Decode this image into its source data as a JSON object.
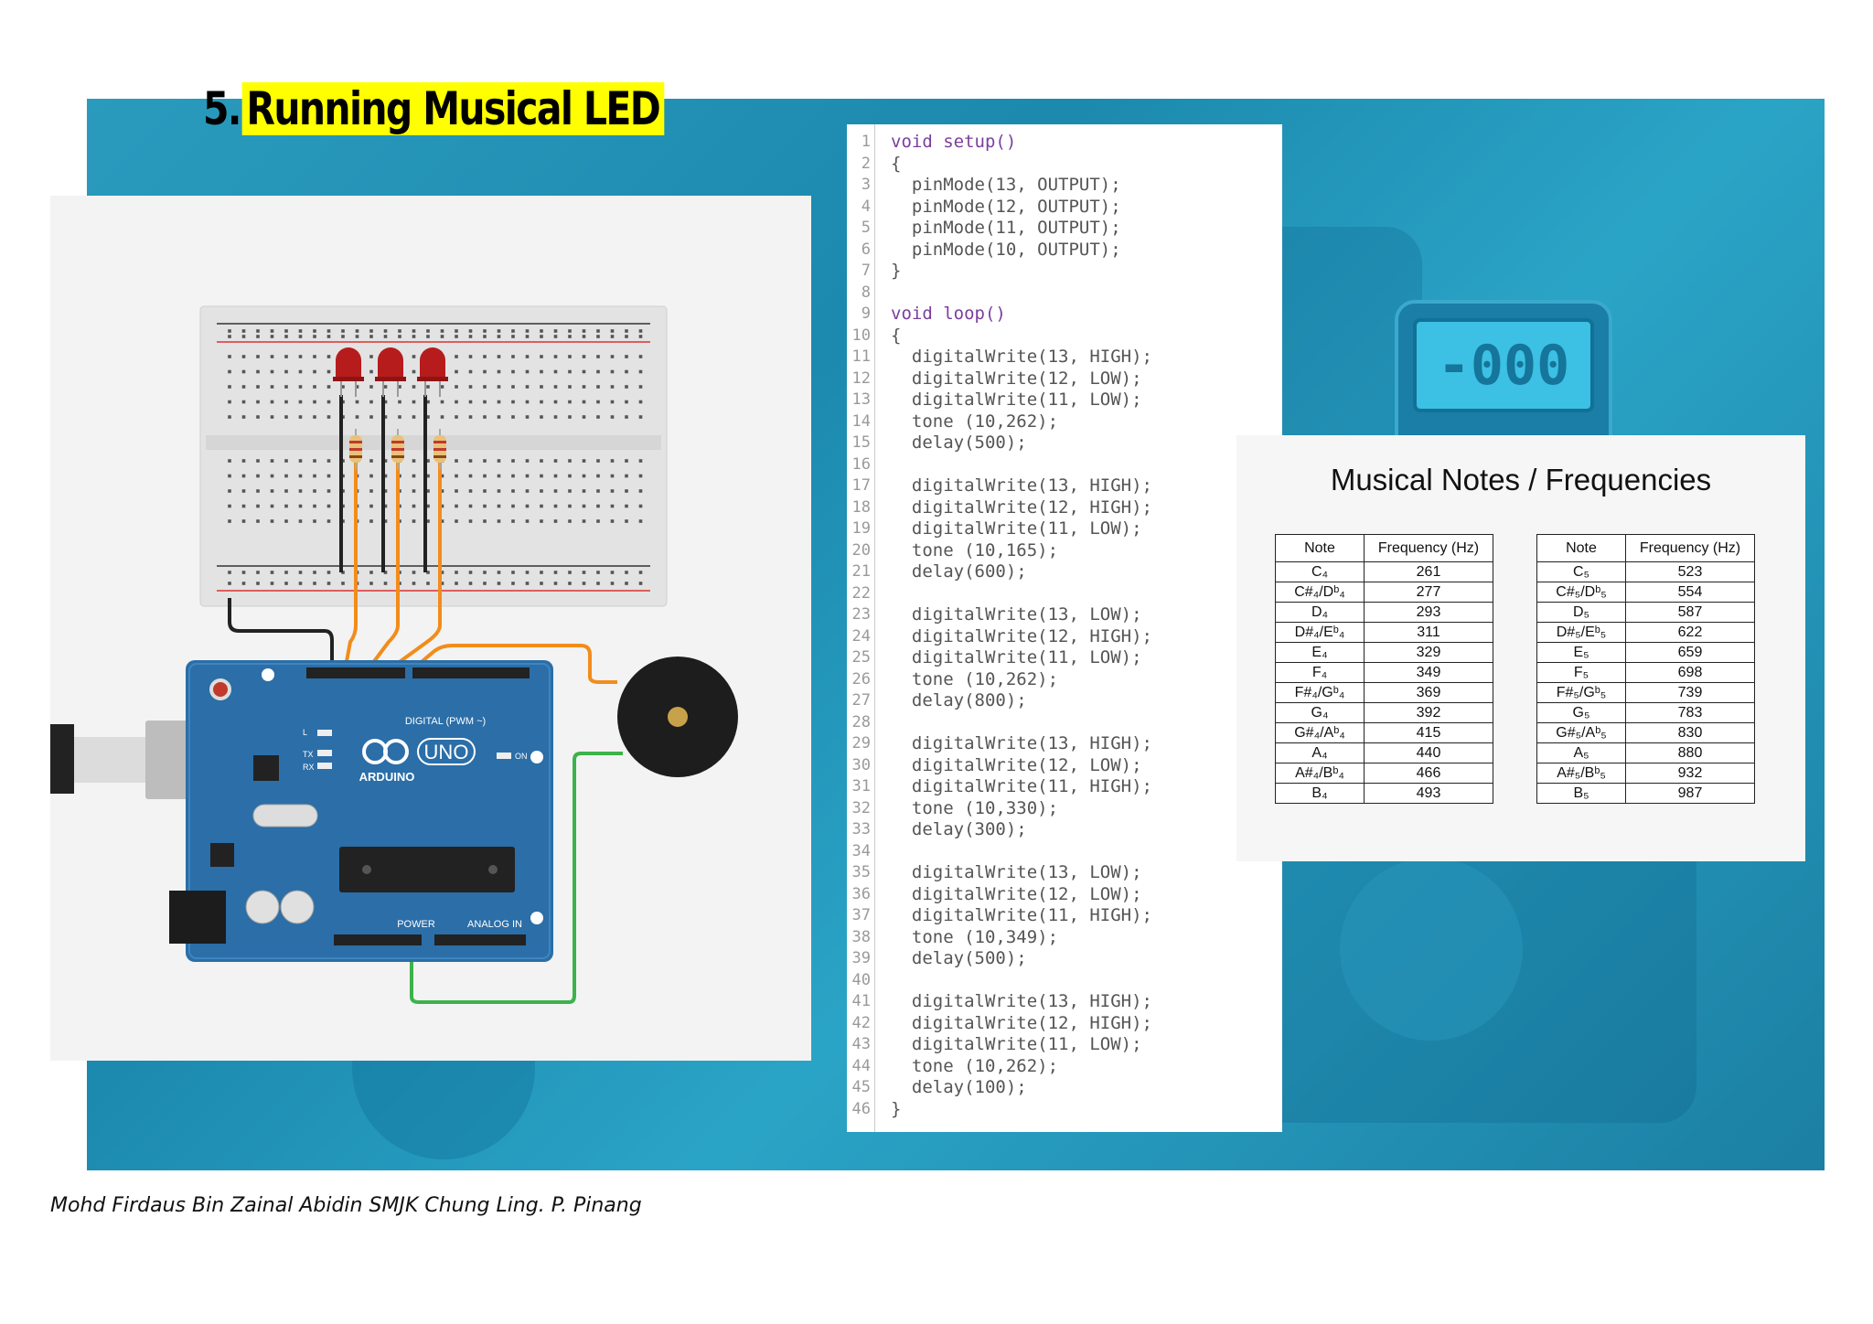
{
  "title": {
    "number": "5.",
    "text": "Running Musical LED"
  },
  "footer": "Mohd Firdaus Bin Zainal Abidin SMJK Chung Ling. P. Pinang",
  "background": {
    "display_readout": "-000"
  },
  "circuit": {
    "board_brand": "ARDUINO",
    "board_model": "UNO",
    "digital_label": "DIGITAL (PWM ~)",
    "power_label": "POWER",
    "analog_label": "ANALOG IN",
    "tx_label": "TX",
    "rx_label": "RX",
    "on_label": "ON",
    "l_label": "L"
  },
  "code": {
    "lines": [
      {
        "n": "1",
        "t": "void setup()",
        "kw": true
      },
      {
        "n": "2",
        "t": "{"
      },
      {
        "n": "3",
        "t": "  pinMode(13, OUTPUT);"
      },
      {
        "n": "4",
        "t": "  pinMode(12, OUTPUT);"
      },
      {
        "n": "5",
        "t": "  pinMode(11, OUTPUT);"
      },
      {
        "n": "6",
        "t": "  pinMode(10, OUTPUT);"
      },
      {
        "n": "7",
        "t": "}"
      },
      {
        "n": "8",
        "t": ""
      },
      {
        "n": "9",
        "t": "void loop()",
        "kw": true
      },
      {
        "n": "10",
        "t": "{"
      },
      {
        "n": "11",
        "t": "  digitalWrite(13, HIGH);"
      },
      {
        "n": "12",
        "t": "  digitalWrite(12, LOW);"
      },
      {
        "n": "13",
        "t": "  digitalWrite(11, LOW);"
      },
      {
        "n": "14",
        "t": "  tone (10,262);"
      },
      {
        "n": "15",
        "t": "  delay(500);"
      },
      {
        "n": "16",
        "t": ""
      },
      {
        "n": "17",
        "t": "  digitalWrite(13, HIGH);"
      },
      {
        "n": "18",
        "t": "  digitalWrite(12, HIGH);"
      },
      {
        "n": "19",
        "t": "  digitalWrite(11, LOW);"
      },
      {
        "n": "20",
        "t": "  tone (10,165);"
      },
      {
        "n": "21",
        "t": "  delay(600);"
      },
      {
        "n": "22",
        "t": ""
      },
      {
        "n": "23",
        "t": "  digitalWrite(13, LOW);"
      },
      {
        "n": "24",
        "t": "  digitalWrite(12, HIGH);"
      },
      {
        "n": "25",
        "t": "  digitalWrite(11, LOW);"
      },
      {
        "n": "26",
        "t": "  tone (10,262);"
      },
      {
        "n": "27",
        "t": "  delay(800);"
      },
      {
        "n": "28",
        "t": ""
      },
      {
        "n": "29",
        "t": "  digitalWrite(13, HIGH);"
      },
      {
        "n": "30",
        "t": "  digitalWrite(12, LOW);"
      },
      {
        "n": "31",
        "t": "  digitalWrite(11, HIGH);"
      },
      {
        "n": "32",
        "t": "  tone (10,330);"
      },
      {
        "n": "33",
        "t": "  delay(300);"
      },
      {
        "n": "34",
        "t": ""
      },
      {
        "n": "35",
        "t": "  digitalWrite(13, LOW);"
      },
      {
        "n": "36",
        "t": "  digitalWrite(12, LOW);"
      },
      {
        "n": "37",
        "t": "  digitalWrite(11, HIGH);"
      },
      {
        "n": "38",
        "t": "  tone (10,349);"
      },
      {
        "n": "39",
        "t": "  delay(500);"
      },
      {
        "n": "40",
        "t": ""
      },
      {
        "n": "41",
        "t": "  digitalWrite(13, HIGH);"
      },
      {
        "n": "42",
        "t": "  digitalWrite(12, HIGH);"
      },
      {
        "n": "43",
        "t": "  digitalWrite(11, LOW);"
      },
      {
        "n": "44",
        "t": "  tone (10,262);"
      },
      {
        "n": "45",
        "t": "  delay(100);"
      },
      {
        "n": "46",
        "t": "}"
      }
    ]
  },
  "notes": {
    "title": "Musical Notes / Frequencies",
    "header_note": "Note",
    "header_freq": "Frequency (Hz)",
    "octave4": [
      {
        "note": "C₄",
        "freq": "261"
      },
      {
        "note": "C#₄/Dᵇ₄",
        "freq": "277"
      },
      {
        "note": "D₄",
        "freq": "293"
      },
      {
        "note": "D#₄/Eᵇ₄",
        "freq": "311"
      },
      {
        "note": "E₄",
        "freq": "329"
      },
      {
        "note": "F₄",
        "freq": "349"
      },
      {
        "note": "F#₄/Gᵇ₄",
        "freq": "369"
      },
      {
        "note": "G₄",
        "freq": "392"
      },
      {
        "note": "G#₄/Aᵇ₄",
        "freq": "415"
      },
      {
        "note": "A₄",
        "freq": "440"
      },
      {
        "note": "A#₄/Bᵇ₄",
        "freq": "466"
      },
      {
        "note": "B₄",
        "freq": "493"
      }
    ],
    "octave5": [
      {
        "note": "C₅",
        "freq": "523"
      },
      {
        "note": "C#₅/Dᵇ₅",
        "freq": "554"
      },
      {
        "note": "D₅",
        "freq": "587"
      },
      {
        "note": "D#₅/Eᵇ₅",
        "freq": "622"
      },
      {
        "note": "E₅",
        "freq": "659"
      },
      {
        "note": "F₅",
        "freq": "698"
      },
      {
        "note": "F#₅/Gᵇ₅",
        "freq": "739"
      },
      {
        "note": "G₅",
        "freq": "783"
      },
      {
        "note": "G#₅/Aᵇ₅",
        "freq": "830"
      },
      {
        "note": "A₅",
        "freq": "880"
      },
      {
        "note": "A#₅/Bᵇ₅",
        "freq": "932"
      },
      {
        "note": "B₅",
        "freq": "987"
      }
    ]
  }
}
